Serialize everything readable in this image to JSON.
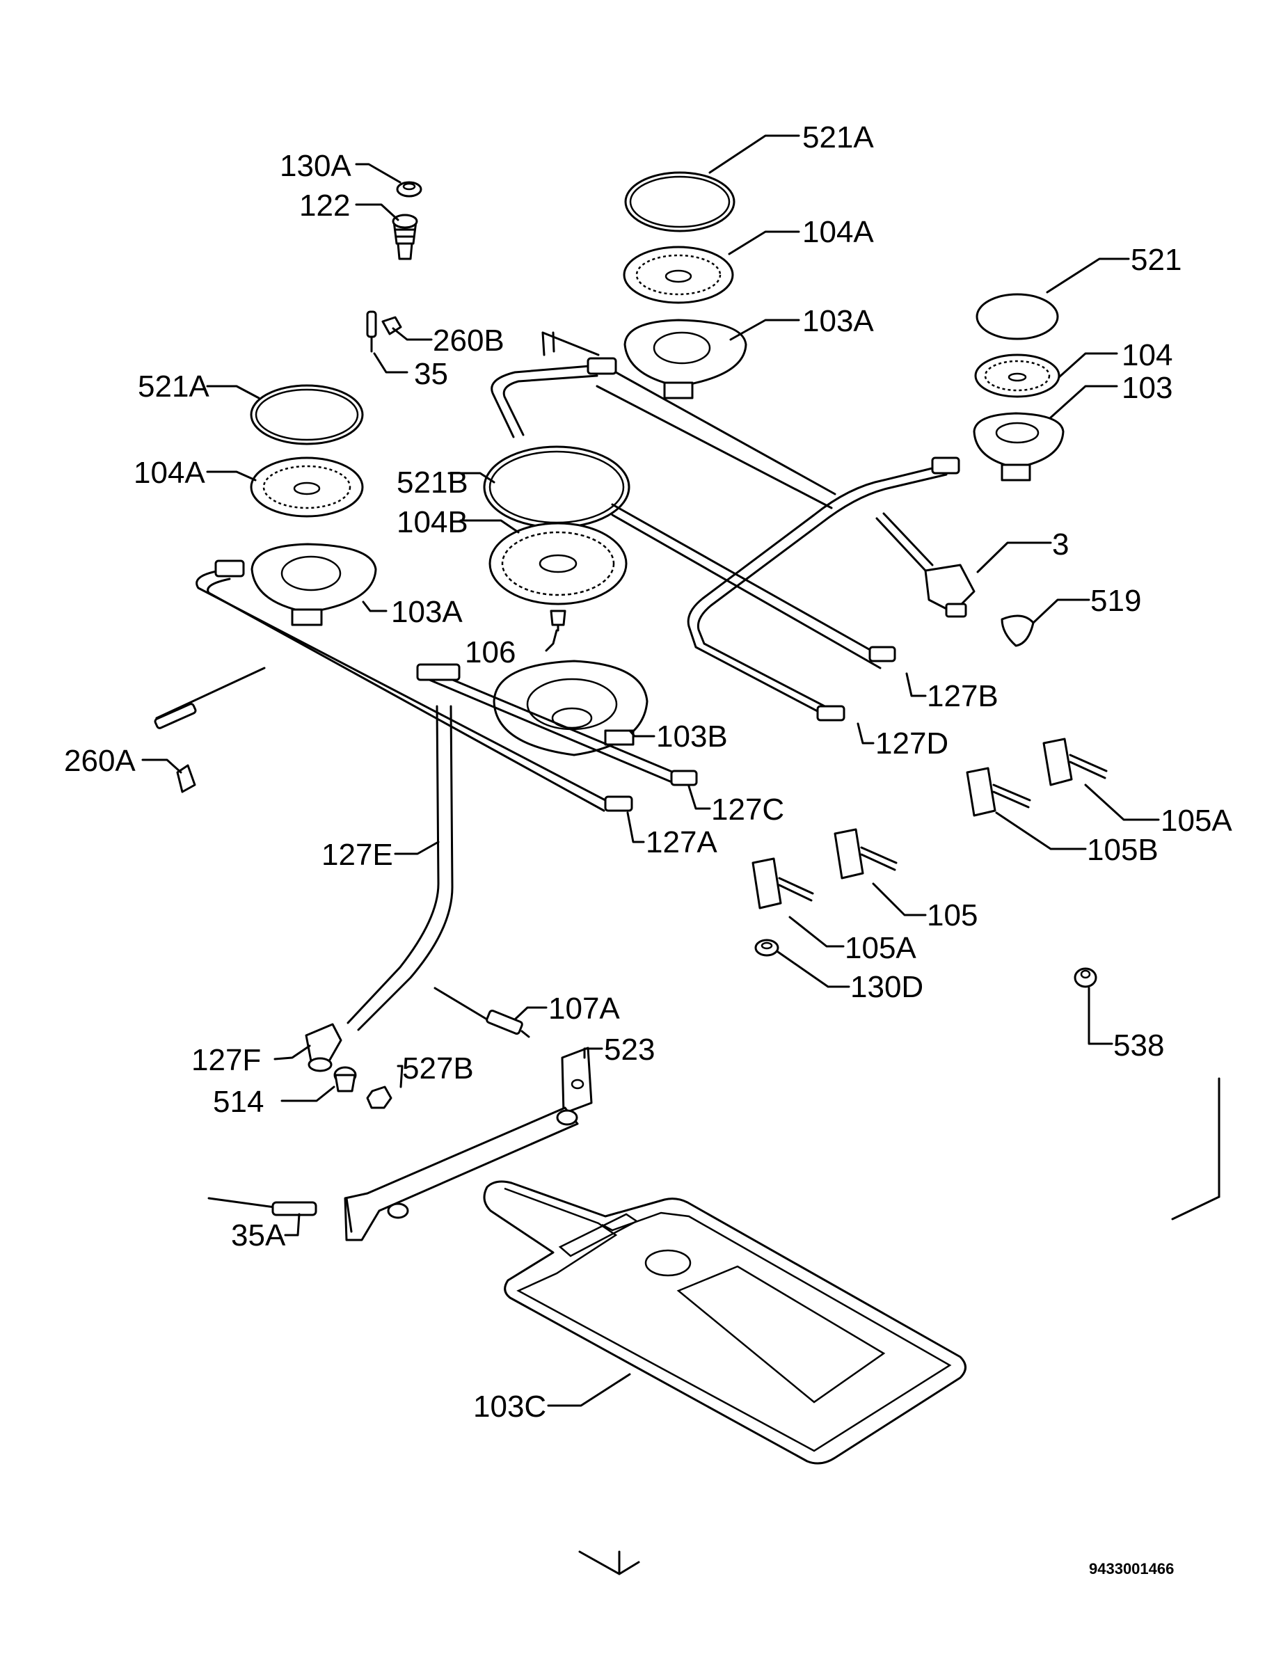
{
  "labels": {
    "l_130A": "130A",
    "l_122": "122",
    "l_260B": "260B",
    "l_35": "35",
    "l_521A_top": "521A",
    "l_104A_top": "104A",
    "l_103A_top": "103A",
    "l_521": "521",
    "l_104": "104",
    "l_103": "103",
    "l_521A_left": "521A",
    "l_104A_left": "104A",
    "l_103A_left": "103A",
    "l_521B": "521B",
    "l_104B": "104B",
    "l_106": "106",
    "l_103B": "103B",
    "l_3": "3",
    "l_519": "519",
    "l_127B": "127B",
    "l_127D": "127D",
    "l_127C": "127C",
    "l_127A": "127A",
    "l_260A": "260A",
    "l_127E": "127E",
    "l_105A_r": "105A",
    "l_105B": "105B",
    "l_105": "105",
    "l_105A_l": "105A",
    "l_130D": "130D",
    "l_538": "538",
    "l_107A": "107A",
    "l_523": "523",
    "l_127F": "127F",
    "l_527B": "527B",
    "l_514": "514",
    "l_35A": "35A",
    "l_103C": "103C"
  },
  "reference_number": "9433001466"
}
